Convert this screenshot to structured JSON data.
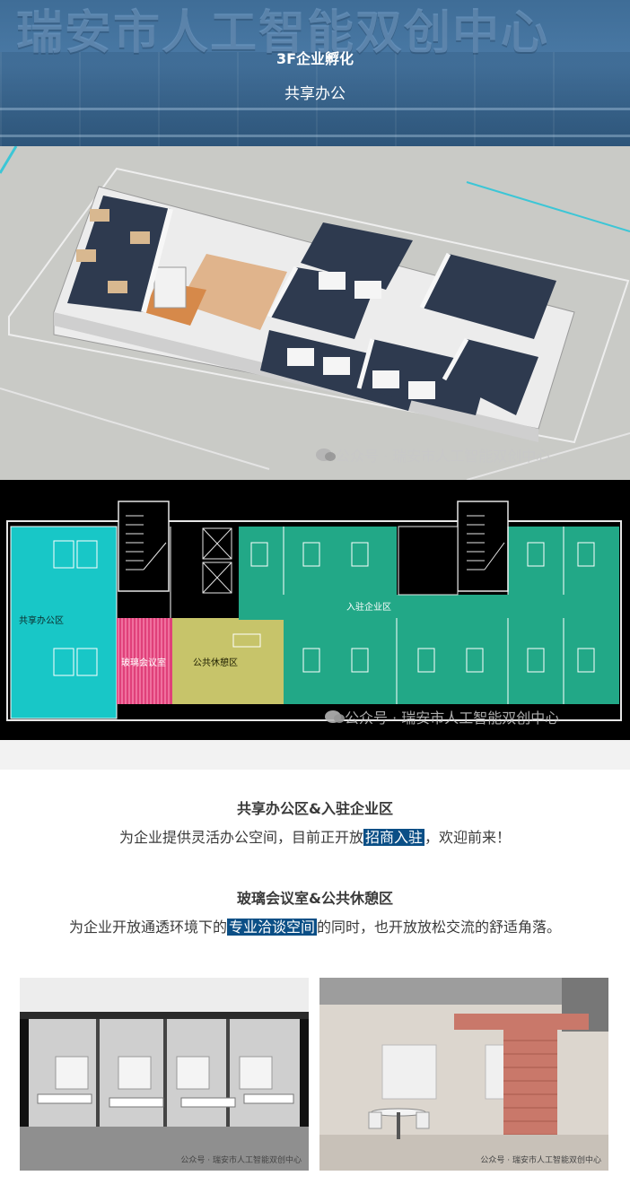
{
  "banner": {
    "wall_text": "瑞安市人工智能双创中心",
    "title": "3F企业孵化",
    "subtitle": "共享办公"
  },
  "watermark": {
    "icon": "wechat-icon",
    "text": "公众号 · 瑞安市人工智能双创中心"
  },
  "floor_plan": {
    "zones": [
      {
        "label": "共享办公区",
        "color": "#18c7c7"
      },
      {
        "label": "玻璃会议室",
        "color": "#e0407a"
      },
      {
        "label": "公共休憩区",
        "color": "#c7c46a"
      },
      {
        "label": "入驻企业区",
        "color": "#22a887"
      }
    ]
  },
  "sections": [
    {
      "title": "共享办公区&入驻企业区",
      "body_before": "为企业提供灵活办公空间，目前正开放",
      "body_highlight": "招商入驻",
      "body_after": "，欢迎前来！"
    },
    {
      "title": "玻璃会议室&公共休憩区",
      "body_before": "为企业开放通透环境下的",
      "body_highlight": "专业洽谈空间",
      "body_after": "的同时，也开放放松交流的舒适角落。"
    }
  ],
  "colors": {
    "highlight": "#0b4f86",
    "banner": "#4a7aa6"
  }
}
